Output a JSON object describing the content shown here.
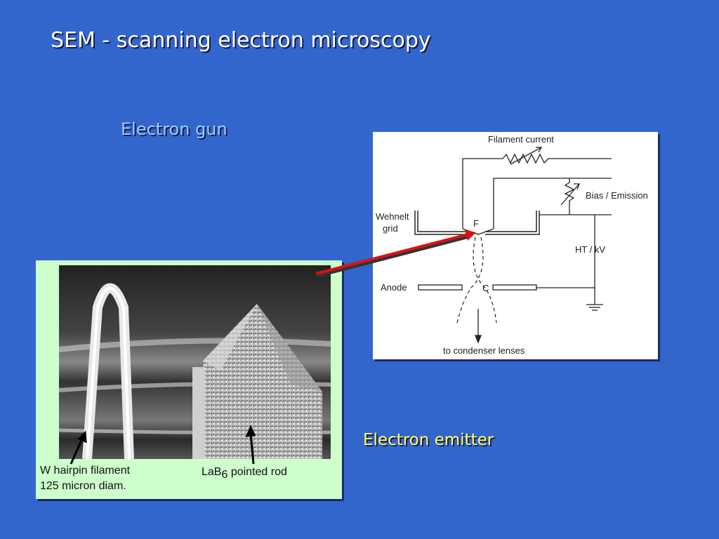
{
  "slide": {
    "title": "SEM - scanning electron microscopy",
    "electron_gun_label": "Electron gun",
    "electron_emitter_label": "Electron emitter"
  },
  "diagram": {
    "filament_current": "Filament  current",
    "bias_emission": "Bias / Emission",
    "wehnelt_line1": "Wehnelt",
    "wehnelt_line2": "grid",
    "f_label": "F",
    "ht_kv": "HT / kV",
    "anode": "Anode",
    "c_label": "C",
    "to_condenser": "to  condenser  lenses"
  },
  "photo": {
    "w_line1": "W hairpin filament",
    "w_line2": "125 micron diam.",
    "lab_prefix": "LaB",
    "lab_sub": "6",
    "lab_suffix": " pointed rod"
  },
  "colors": {
    "background": "#3366cc",
    "red_arrow": "#dd1111"
  }
}
